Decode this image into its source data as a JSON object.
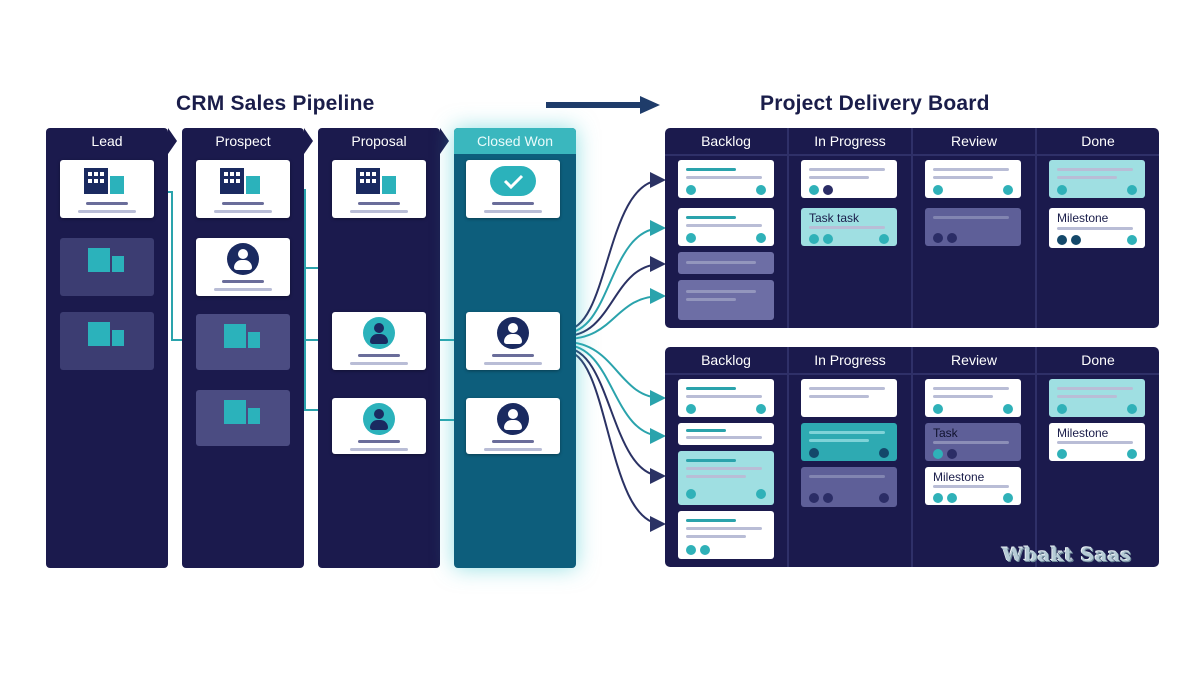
{
  "crm": {
    "title": "CRM Sales Pipeline",
    "stages": [
      "Lead",
      "Prospect",
      "Proposal",
      "Closed Won"
    ]
  },
  "board": {
    "title": "Project Delivery Board",
    "columns": [
      "Backlog",
      "In Progress",
      "Review",
      "Done"
    ],
    "top_labels": {
      "task": "Task task",
      "milestone": "Milestone"
    },
    "bottom_labels": {
      "task": "Task",
      "milestone_review": "Milestone",
      "milestone_done": "Milestone"
    }
  },
  "watermark": "Wbakt Saas",
  "colors": {
    "navy": "#1b1a4d",
    "teal": "#2bb2bb",
    "closed_won": "#0d5e7c"
  },
  "icons": [
    "building-icon",
    "person-icon",
    "check-icon",
    "arrow-right-icon"
  ]
}
